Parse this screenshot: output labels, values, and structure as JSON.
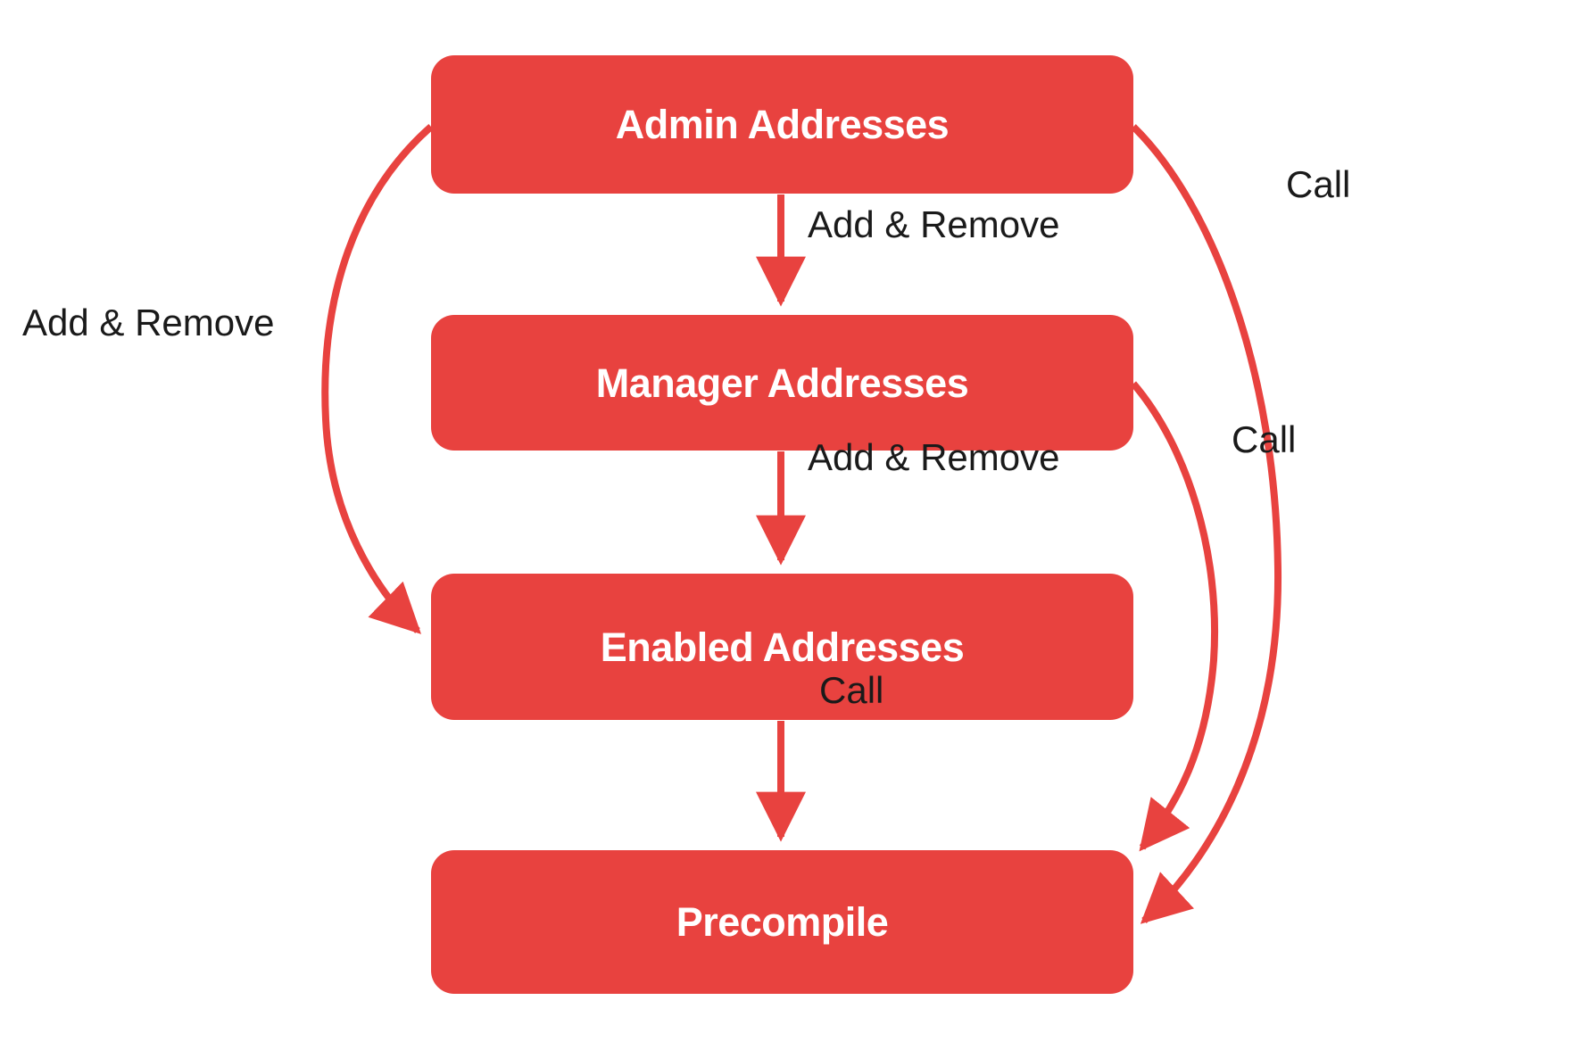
{
  "diagram": {
    "title": "Precompile access control flow",
    "background_color": "#ffffff",
    "node_color": "#e8423f",
    "node_text_color": "#ffffff",
    "edge_color": "#e8423f",
    "label_text_color": "#1a1a1a",
    "nodes": [
      {
        "id": "admin",
        "label": "Admin Addresses"
      },
      {
        "id": "manager",
        "label": "Manager Addresses"
      },
      {
        "id": "enabled",
        "label": "Enabled Addresses"
      },
      {
        "id": "precompile",
        "label": "Precompile"
      }
    ],
    "edges": [
      {
        "id": "admin-manager",
        "from": "Admin Addresses",
        "to": "Manager Addresses",
        "label": "Add & Remove"
      },
      {
        "id": "manager-enabled",
        "from": "Manager Addresses",
        "to": "Enabled Addresses",
        "label": "Add & Remove"
      },
      {
        "id": "enabled-precompile",
        "from": "Enabled Addresses",
        "to": "Precompile",
        "label": "Call"
      },
      {
        "id": "admin-enabled",
        "from": "Admin Addresses",
        "to": "Enabled Addresses",
        "label": "Add & Remove"
      },
      {
        "id": "admin-precompile",
        "from": "Admin Addresses",
        "to": "Precompile",
        "label": "Call"
      },
      {
        "id": "manager-precompile",
        "from": "Manager Addresses",
        "to": "Precompile",
        "label": "Call"
      }
    ]
  }
}
